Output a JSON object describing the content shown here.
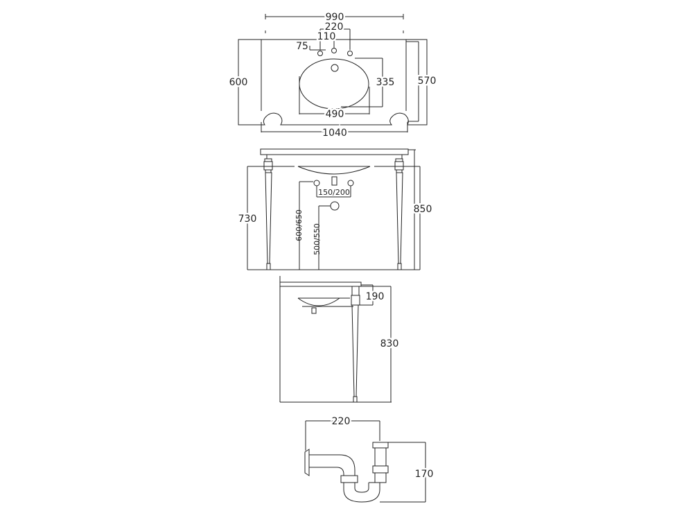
{
  "plan_view": {
    "width_990": "990",
    "tap_spacing_220": "220",
    "tap_spacing_110": "110",
    "tap_offset_75": "75",
    "depth_600": "600",
    "bowl_depth_335": "335",
    "depth_570": "570",
    "bowl_width_490": "490",
    "overall_width_1040": "1040"
  },
  "front_view": {
    "height_730": "730",
    "height_850": "850",
    "tap_spacing_150_200": "150/200",
    "outlet_600_650": "600/650",
    "outlet_500_550": "500/550"
  },
  "side_view": {
    "basin_190": "190",
    "height_830": "830"
  },
  "trap_view": {
    "projection_220": "220",
    "height_170": "170"
  }
}
